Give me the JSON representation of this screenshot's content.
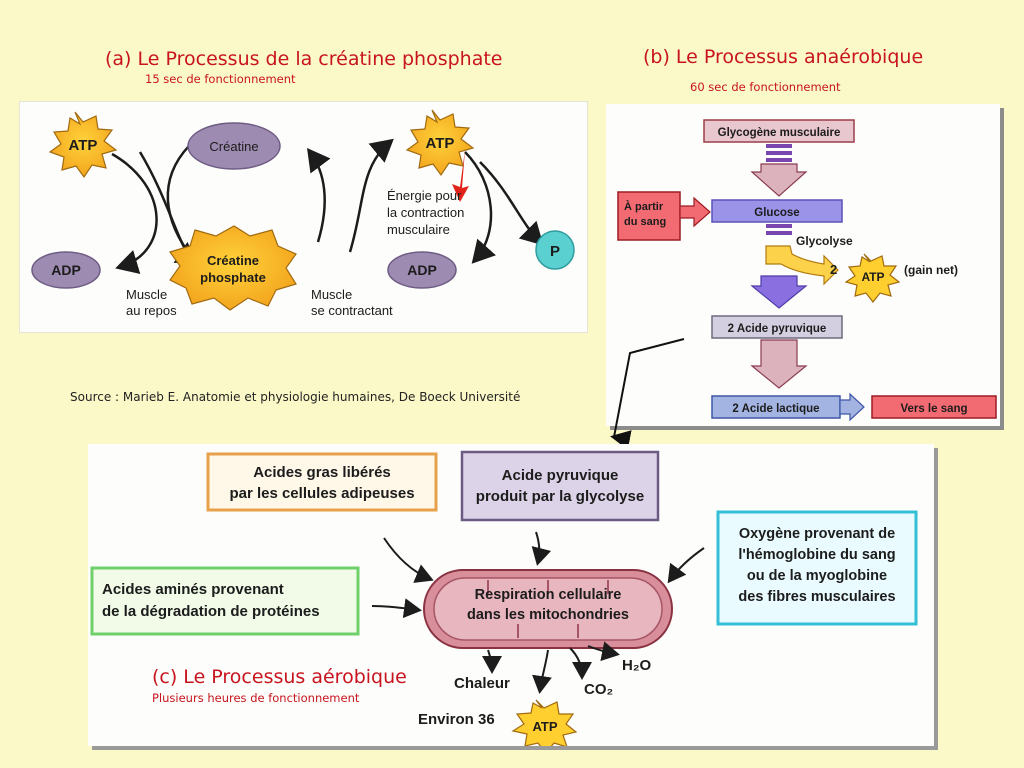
{
  "titles": {
    "a_title": "(a)  Le Processus de la  créatine phosphate",
    "a_sub": "15 sec de fonctionnement",
    "b_title": "(b)  Le Processus anaérobique",
    "b_sub": "60 sec de fonctionnement",
    "c_title": "(c) Le Processus  aérobique",
    "c_sub": "Plusieurs heures de fonctionnement",
    "source": "Source :   Marieb E. Anatomie et physiologie humaines, De Boeck Université"
  },
  "panel_a": {
    "atp_left": "ATP",
    "creatine": "Créatine",
    "atp_right": "ATP",
    "energy_line1": "Énergie pour",
    "energy_line2": "la contraction",
    "energy_line3": "musculaire",
    "p": "P",
    "adp_left": "ADP",
    "creatine_phosphate_line1": "Créatine",
    "creatine_phosphate_line2": "phosphate",
    "adp_right": "ADP",
    "rest_line1": "Muscle",
    "rest_line2": "au repos",
    "contract_line1": "Muscle",
    "contract_line2": "se contractant"
  },
  "panel_b": {
    "glycogene": "Glycogène musculaire",
    "from_blood_line1": "À partir",
    "from_blood_line2": "du sang",
    "glucose": "Glucose",
    "glycolyse": "Glycolyse",
    "two": "2",
    "atp": "ATP",
    "net_gain": "(gain net)",
    "pyruvic": "2 Acide pyruvique",
    "lactic": "2 Acide lactique",
    "to_blood": "Vers le sang"
  },
  "panel_c": {
    "fatty_line1": "Acides gras libérés",
    "fatty_line2": "par les cellules adipeuses",
    "pyruvic_line1": "Acide pyruvique",
    "pyruvic_line2": "produit par la glycolyse",
    "oxygen_line1": "Oxygène provenant de",
    "oxygen_line2": "l'hémoglobine du sang",
    "oxygen_line3": "ou de la myoglobine",
    "oxygen_line4": "des fibres musculaires",
    "amino_line1": "Acides aminés provenant",
    "amino_line2": "de la dégradation de protéines",
    "mito_line1": "Respiration cellulaire",
    "mito_line2": "dans les mitochondries",
    "heat": "Chaleur",
    "water": "H₂O",
    "co2": "CO₂",
    "about36": "Environ 36",
    "atp": "ATP"
  }
}
